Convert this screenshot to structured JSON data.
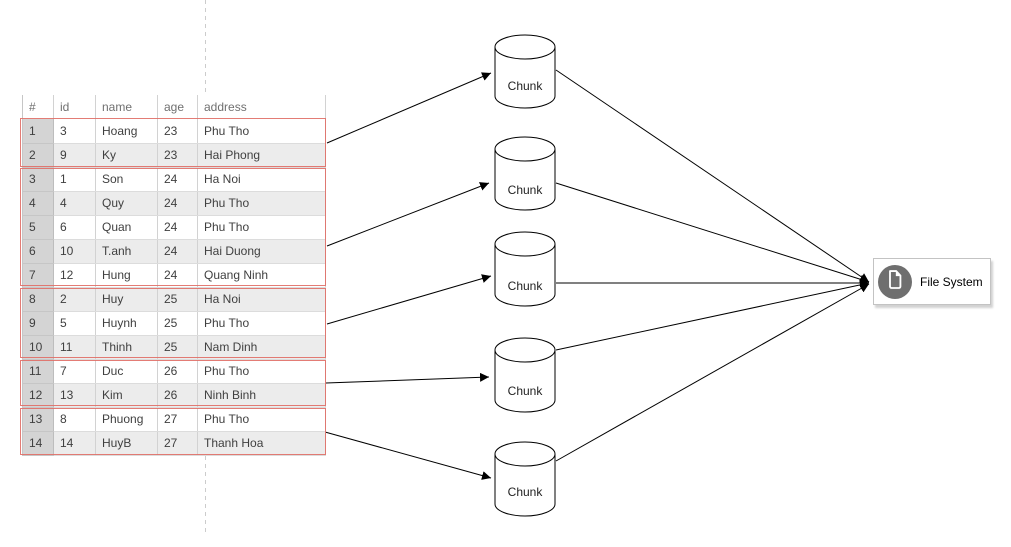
{
  "table": {
    "columns": [
      "#",
      "id",
      "name",
      "age",
      "address"
    ],
    "rows": [
      [
        "1",
        "3",
        "Hoang",
        "23",
        "Phu Tho"
      ],
      [
        "2",
        "9",
        "Ky",
        "23",
        "Hai Phong"
      ],
      [
        "3",
        "1",
        "Son",
        "24",
        "Ha Noi"
      ],
      [
        "4",
        "4",
        "Quy",
        "24",
        "Phu Tho"
      ],
      [
        "5",
        "6",
        "Quan",
        "24",
        "Phu Tho"
      ],
      [
        "6",
        "10",
        "T.anh",
        "24",
        "Hai Duong"
      ],
      [
        "7",
        "12",
        "Hung",
        "24",
        "Quang Ninh"
      ],
      [
        "8",
        "2",
        "Huy",
        "25",
        "Ha Noi"
      ],
      [
        "9",
        "5",
        "Huynh",
        "25",
        "Phu Tho"
      ],
      [
        "10",
        "11",
        "Thinh",
        "25",
        "Nam Dinh"
      ],
      [
        "11",
        "7",
        "Duc",
        "26",
        "Phu Tho"
      ],
      [
        "12",
        "13",
        "Kim",
        "26",
        "Ninh Binh"
      ],
      [
        "13",
        "8",
        "Phuong",
        "27",
        "Phu Tho"
      ],
      [
        "14",
        "14",
        "HuyB",
        "27",
        "Thanh Hoa"
      ]
    ],
    "groups": [
      {
        "rows": "1-2",
        "age": "23"
      },
      {
        "rows": "3-7",
        "age": "24"
      },
      {
        "rows": "8-10",
        "age": "25"
      },
      {
        "rows": "11-12",
        "age": "26"
      },
      {
        "rows": "13-14",
        "age": "27"
      }
    ]
  },
  "chunks": [
    {
      "label": "Chunk"
    },
    {
      "label": "Chunk"
    },
    {
      "label": "Chunk"
    },
    {
      "label": "Chunk"
    },
    {
      "label": "Chunk"
    }
  ],
  "file_system": {
    "label": "File System"
  },
  "colors": {
    "group_border": "#e06e66",
    "row_stripe": "#ececec",
    "index_column_bg": "#d4d4d4",
    "header_text": "#707070",
    "cell_text": "#3f3f3f",
    "connector": "#000000",
    "fs_icon_circle": "#6f6f6f",
    "guide_line": "#cccccc"
  }
}
